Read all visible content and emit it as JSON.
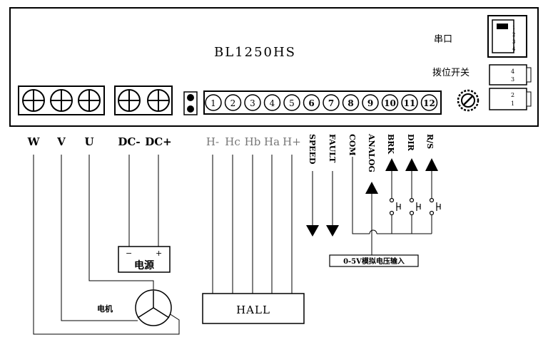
{
  "device": {
    "model": "BL1250HS"
  },
  "serial_port": {
    "label": "串口",
    "pins": [
      "1",
      "2",
      "3",
      "4"
    ]
  },
  "dip_switch": {
    "label": "拨位开关",
    "top_pins": [
      "4",
      "3"
    ],
    "bottom_pins": [
      "2",
      "1"
    ]
  },
  "power_terminals": [
    {
      "label": "W"
    },
    {
      "label": "V"
    },
    {
      "label": "U"
    },
    {
      "label": "DC-"
    },
    {
      "label": "DC+"
    }
  ],
  "signal_terminals": [
    {
      "num": "1",
      "label": "H-"
    },
    {
      "num": "2",
      "label": "Hc"
    },
    {
      "num": "3",
      "label": "Hb"
    },
    {
      "num": "4",
      "label": "Ha"
    },
    {
      "num": "5",
      "label": "H+"
    },
    {
      "num": "6",
      "label": "SPEED"
    },
    {
      "num": "7",
      "label": "FAULT"
    },
    {
      "num": "8",
      "label": "COM"
    },
    {
      "num": "9",
      "label": "ANALOG"
    },
    {
      "num": "10",
      "label": "BRK"
    },
    {
      "num": "11",
      "label": "DIR"
    },
    {
      "num": "12",
      "label": "R/S"
    }
  ],
  "power_supply": {
    "label": "电源",
    "minus": "−",
    "plus": "+"
  },
  "hall_box": {
    "label": "HALL"
  },
  "motor": {
    "label": "电机"
  },
  "analog_input": {
    "label": "0-5V模拟电压输入"
  }
}
